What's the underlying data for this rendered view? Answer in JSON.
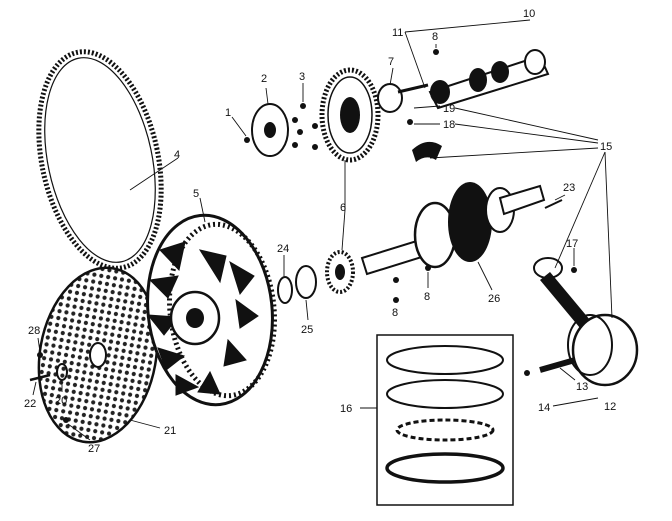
{
  "diagram": {
    "callouts": [
      "1",
      "2",
      "3",
      "4",
      "5",
      "6",
      "7",
      "8",
      "8",
      "8",
      "10",
      "11",
      "12",
      "13",
      "14",
      "15",
      "16",
      "17",
      "18",
      "19",
      "20",
      "21",
      "22",
      "23",
      "24",
      "25",
      "26",
      "27",
      "28"
    ]
  }
}
